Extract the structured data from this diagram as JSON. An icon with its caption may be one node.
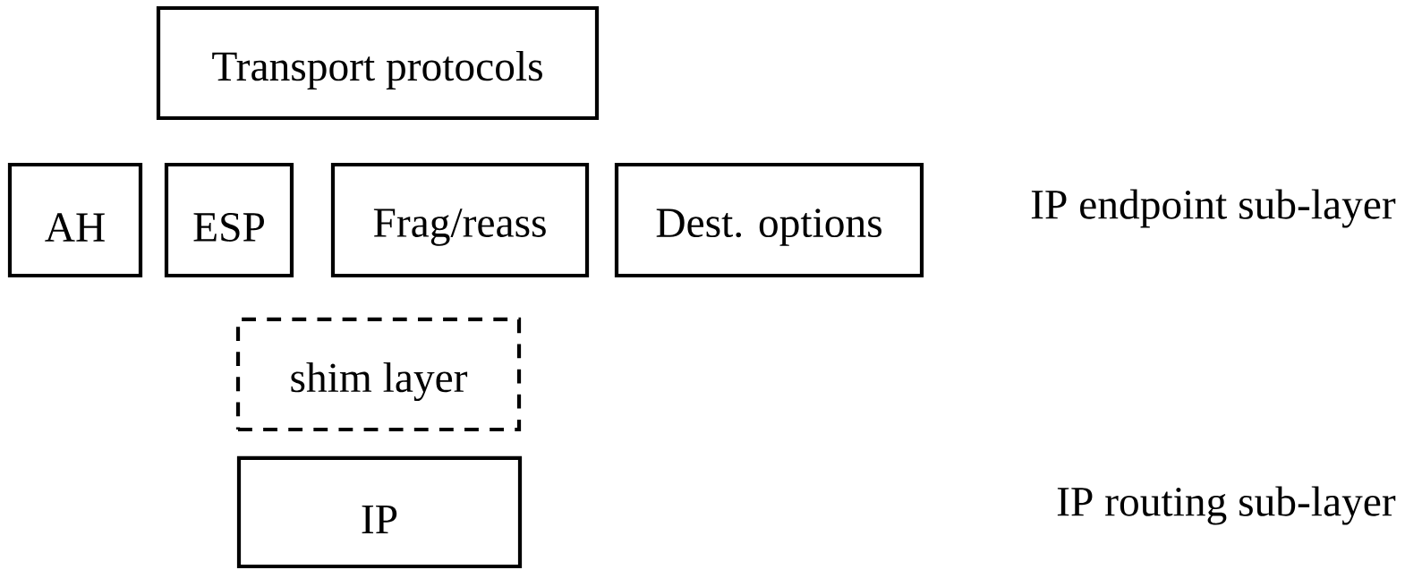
{
  "diagram": {
    "nodes": [
      {
        "text": [
          "Transport protocols"
        ]
      },
      {
        "text": [
          "AH"
        ]
      },
      {
        "text": [
          "ESP"
        ]
      },
      {
        "text": [
          "Frag/reass"
        ]
      },
      {
        "text": [
          "Dest. options"
        ]
      },
      {
        "text": [
          "shim layer"
        ]
      },
      {
        "text": [
          "IP"
        ]
      }
    ],
    "labels": [
      "IP endpoint sub-layer",
      "IP routing sub-layer"
    ]
  }
}
